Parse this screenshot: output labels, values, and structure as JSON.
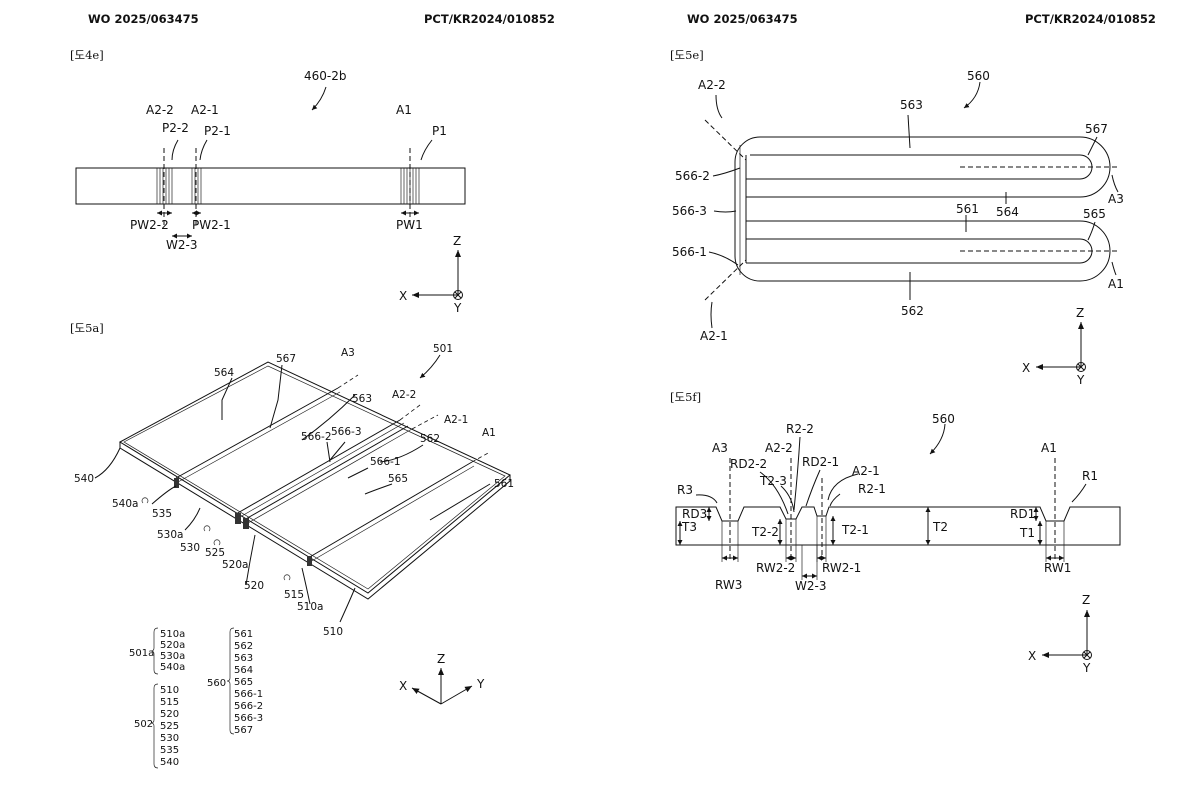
{
  "header": {
    "left_pub": "WO 2025/063475",
    "left_app": "PCT/KR2024/010852",
    "right_pub": "WO 2025/063475",
    "right_app": "PCT/KR2024/010852"
  },
  "fig_4e": {
    "tag": "[도4e]",
    "ref": "460-2b",
    "labels": {
      "a2_2": "A2-2",
      "a2_1": "A2-1",
      "p2_2": "P2-2",
      "p2_1": "P2-1",
      "a1": "A1",
      "p1": "P1",
      "pw2_2": "PW2-2",
      "pw2_1": "PW2-1",
      "w2_3": "W2-3",
      "pw1": "PW1"
    },
    "axes": {
      "z": "Z",
      "x": "X",
      "y": "Y"
    }
  },
  "fig_5a": {
    "tag": "[도5a]",
    "ref": "501",
    "labels": {
      "l564": "564",
      "l567": "567",
      "la3": "A3",
      "l563": "563",
      "la2_2": "A2-2",
      "la2_1": "A2-1",
      "l566_2": "566-2",
      "l566_3": "566-3",
      "l562": "562",
      "la1": "A1",
      "l566_1": "566-1",
      "l540": "540",
      "l565": "565",
      "l561": "561",
      "l540a": "540a",
      "l535": "535",
      "l530a": "530a",
      "l530": "530",
      "l525": "525",
      "l520a": "520a",
      "l520": "520",
      "l515": "515",
      "l510a": "510a",
      "l510": "510"
    },
    "group_501a": {
      "name": "501a",
      "items": [
        "510a",
        "520a",
        "530a",
        "540a"
      ]
    },
    "group_502": {
      "name": "502",
      "items": [
        "510",
        "515",
        "520",
        "525",
        "530",
        "535",
        "540"
      ]
    },
    "group_560": {
      "name": "560",
      "items": [
        "561",
        "562",
        "563",
        "564",
        "565",
        "566-1",
        "566-2",
        "566-3",
        "567"
      ]
    },
    "axes": {
      "z": "Z",
      "x": "X",
      "y": "Y"
    }
  },
  "fig_5e": {
    "tag": "[도5e]",
    "ref": "560",
    "labels": {
      "a2_2": "A2-2",
      "l563": "563",
      "l567": "567",
      "l566_2": "566-2",
      "a3": "A3",
      "l566_3": "566-3",
      "l561": "561",
      "l564": "564",
      "l565": "565",
      "l566_1": "566-1",
      "a1": "A1",
      "l562": "562",
      "a2_1": "A2-1"
    },
    "axes": {
      "z": "Z",
      "x": "X",
      "y": "Y"
    }
  },
  "fig_5f": {
    "tag": "[도5f]",
    "ref": "560",
    "labels": {
      "r2_2": "R2-2",
      "a3": "A3",
      "a2_2": "A2-2",
      "rd2_2": "RD2-2",
      "rd2_1": "RD2-1",
      "a2_1": "A2-1",
      "a1": "A1",
      "r1": "R1",
      "r3": "R3",
      "t2_3": "T2-3",
      "r2_1": "R2-1",
      "rd3": "RD3",
      "t3": "T3",
      "t2_2": "T2-2",
      "t2_1": "T2-1",
      "t2": "T2",
      "rd1": "RD1",
      "t1": "T1",
      "rw2_2": "RW2-2",
      "rw2_1": "RW2-1",
      "rw3": "RW3",
      "w2_3": "W2-3",
      "rw1": "RW1"
    },
    "axes": {
      "z": "Z",
      "x": "X",
      "y": "Y"
    }
  }
}
